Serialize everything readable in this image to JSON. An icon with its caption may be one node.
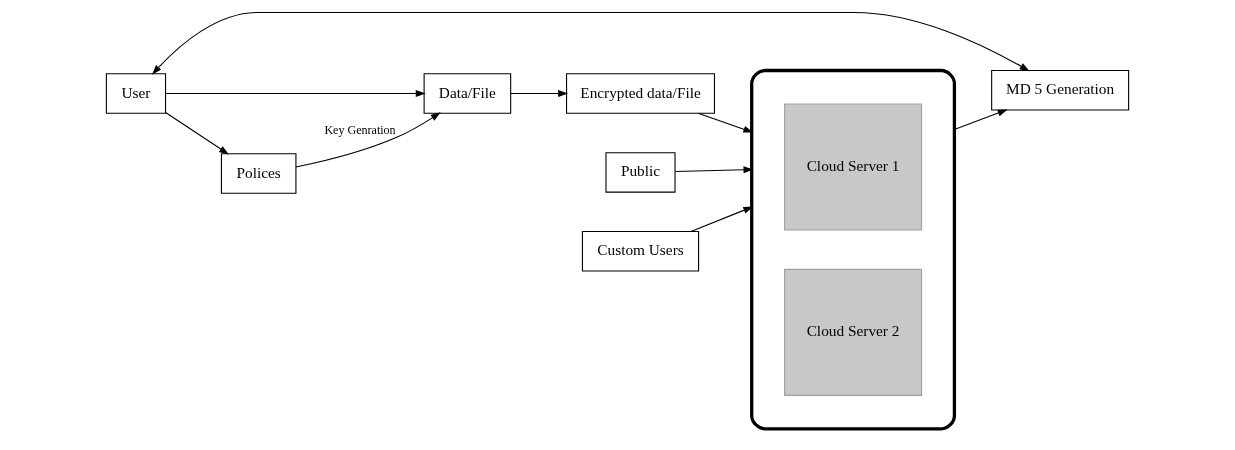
{
  "diagram": {
    "nodes": [
      {
        "text": [
          "User"
        ]
      },
      {
        "text": [
          "Data/File"
        ]
      },
      {
        "text": [
          "Polices"
        ]
      },
      {
        "text": [
          "Encrypted data/File"
        ]
      },
      {
        "text": [
          "MD 5 Generation"
        ]
      },
      {
        "text": [],
        "shape": "cloud"
      },
      {
        "text": [
          "Cloud Server 1"
        ],
        "in": 5
      },
      {
        "text": [
          "Cloud Server 2"
        ],
        "in": 5
      },
      {
        "text": [
          "Custom Users"
        ]
      },
      {
        "text": [
          "Public"
        ]
      }
    ],
    "edges": [
      {
        "from": 0,
        "to": 1,
        "arrow": "to"
      },
      {
        "from": 0,
        "to": 2,
        "arrow": "to"
      },
      {
        "from": 2,
        "to": 1,
        "arrow": "to",
        "label": "Key Genration"
      },
      {
        "from": 1,
        "to": 3,
        "arrow": "to"
      },
      {
        "from": 3,
        "to": 5,
        "arrow": "to"
      },
      {
        "from": 5,
        "to": 4,
        "arrow": "to"
      },
      {
        "from": 0,
        "to": 4,
        "arrow": "both"
      },
      {
        "from": 8,
        "to": 5,
        "arrow": "to"
      },
      {
        "from": 9,
        "to": 5,
        "arrow": "to"
      }
    ]
  }
}
